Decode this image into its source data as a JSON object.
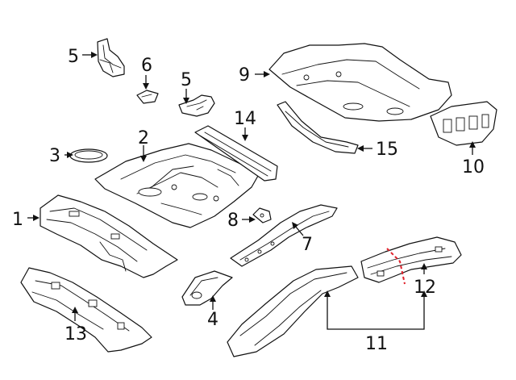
{
  "diagram": {
    "callouts": [
      {
        "id": "c1",
        "label": "1"
      },
      {
        "id": "c2",
        "label": "2"
      },
      {
        "id": "c3",
        "label": "3"
      },
      {
        "id": "c4",
        "label": "4"
      },
      {
        "id": "c5a",
        "label": "5"
      },
      {
        "id": "c5b",
        "label": "5"
      },
      {
        "id": "c6",
        "label": "6"
      },
      {
        "id": "c7",
        "label": "7"
      },
      {
        "id": "c8",
        "label": "8"
      },
      {
        "id": "c9",
        "label": "9"
      },
      {
        "id": "c10",
        "label": "10"
      },
      {
        "id": "c11",
        "label": "11"
      },
      {
        "id": "c12",
        "label": "12"
      },
      {
        "id": "c13",
        "label": "13"
      },
      {
        "id": "c14",
        "label": "14"
      },
      {
        "id": "c15",
        "label": "15"
      }
    ],
    "colors": {
      "line": "#111111",
      "background": "#ffffff",
      "cut_line": "#e0202a"
    }
  }
}
